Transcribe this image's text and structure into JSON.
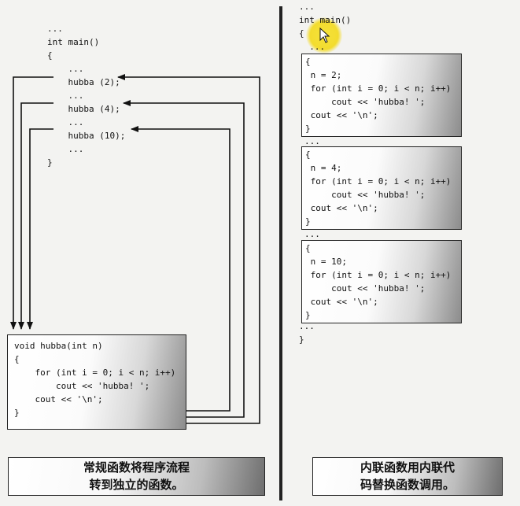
{
  "left": {
    "main_lines": [
      "...",
      "int main()",
      "{",
      "    ...",
      "    hubba (2);",
      "    ...",
      "    hubba (4);",
      "    ...",
      "    hubba (10);",
      "    ...",
      "}"
    ],
    "function_lines": [
      "void hubba(int n)",
      "{",
      "    for (int i = 0; i < n; i++)",
      "        cout << 'hubba! ';",
      "    cout << '\\n';",
      "}"
    ],
    "caption_lines": [
      "常规函数将程序流程",
      "转到独立的函数。"
    ]
  },
  "right": {
    "top_lines": [
      "...",
      "int main()",
      "{",
      "  ..."
    ],
    "blocks": [
      {
        "lines": [
          "{",
          " n = 2;",
          " for (int i = 0; i < n; i++)",
          "     cout << 'hubba! ';",
          " cout << '\\n';",
          "}"
        ]
      },
      {
        "lines": [
          "{",
          " n = 4;",
          " for (int i = 0; i < n; i++)",
          "     cout << 'hubba! ';",
          " cout << '\\n';",
          "}"
        ]
      },
      {
        "lines": [
          "{",
          " n = 10;",
          " for (int i = 0; i < n; i++)",
          "     cout << 'hubba! ';",
          " cout << '\\n';",
          "}"
        ]
      }
    ],
    "separator": "...",
    "end_lines": [
      "...",
      "}"
    ],
    "caption_lines": [
      "内联函数用内联代",
      "码替换函数调用。"
    ]
  },
  "icons": [
    "mouse-cursor-icon",
    "cursor-highlight"
  ]
}
